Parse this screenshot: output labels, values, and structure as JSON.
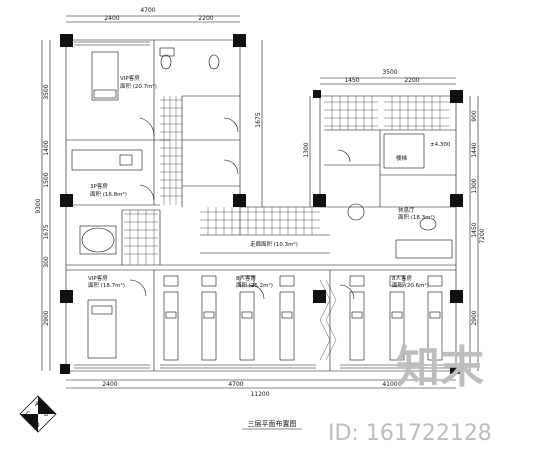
{
  "dimensions": {
    "top_total": "4700",
    "top_left": "2400",
    "top_right": "2200",
    "top_right_total": "3500",
    "top_right_a": "1450",
    "top_right_b": "2200",
    "bottom_total": "11200",
    "bottom_a": "2400",
    "bottom_b": "4700",
    "bottom_c": "4100",
    "left_total": "9300",
    "left_segments": [
      "3500",
      "1400",
      "1500",
      "1675",
      "300",
      "2900"
    ],
    "right_segments": [
      "900",
      "1440",
      "1300",
      "1450",
      "2900"
    ],
    "right_total": "7200",
    "mid_vertical": [
      "1675",
      "1300"
    ]
  },
  "rooms": {
    "vip_top": "VIP客房",
    "vip_top_area": "面积 (20.7m²)",
    "three_p": "3P客房",
    "three_p_area": "面积 (16.8m²)",
    "vip_bottom": "VIP客房",
    "vip_bottom_area": "面积 (18.7m²)",
    "dorm_mid": "8人客房",
    "dorm_mid_area": "面积 (25.2m²)",
    "dorm_right": "8人客房",
    "dorm_right_area": "面积 (20.6m²)",
    "corridor_area": "走廊面积 (10.3m²)",
    "lounge": "休息厅",
    "lounge_area": "面积 (18.3m²)",
    "stair_label": "楼梯",
    "level_mark": "±4.300"
  },
  "title": "三层平面布置图",
  "compass_letters": [
    "A",
    "B",
    "C",
    "D"
  ],
  "watermark_text": "知末",
  "watermark_id": "ID: 161722128"
}
